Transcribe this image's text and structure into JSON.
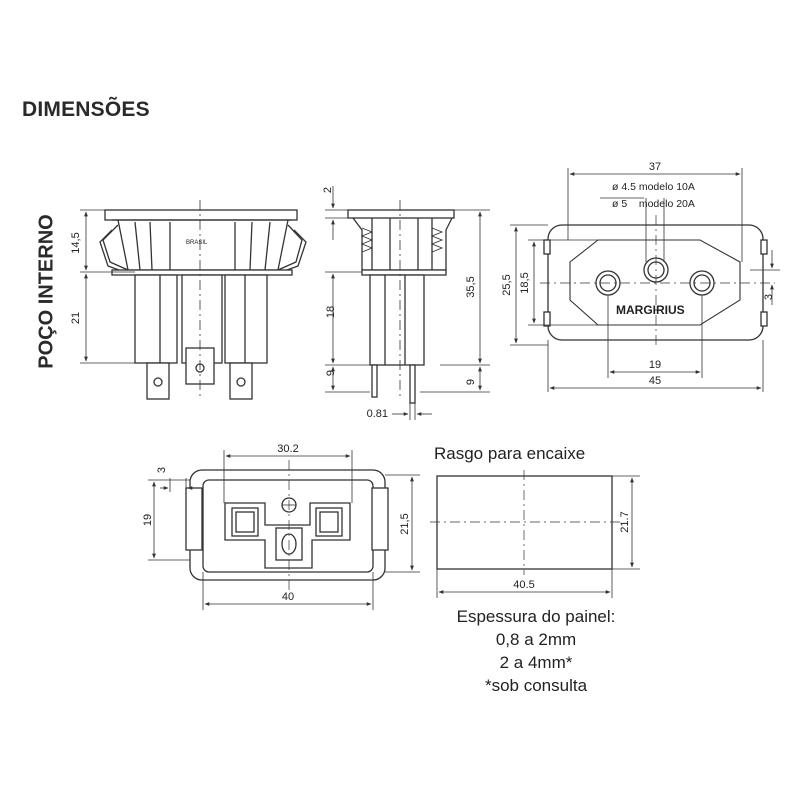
{
  "title": "DIMENSÕES",
  "side_title": "POÇO INTERNO",
  "front_view": {
    "brand_mark": "BRASIL",
    "dims": {
      "upper_height": "14,5",
      "lower_height": "21"
    }
  },
  "side_view": {
    "dims": {
      "top": "2",
      "body": "18",
      "terminal": "9",
      "total": "35,5",
      "terminal_right": "9",
      "blade": "0.81"
    }
  },
  "top_view": {
    "brand": "MARGIRIUS",
    "dims": {
      "width_top": "37",
      "height_outer": "25,5",
      "height_inner": "18,5",
      "pin_spacing": "19",
      "width_bottom": "45",
      "offset": "3"
    },
    "hole_notes": [
      "ø 4.5 modelo 10A",
      "ø 5    modelo 20A"
    ]
  },
  "rear_view": {
    "dims": {
      "width_top": "30.2",
      "notch": "3",
      "height_left": "19",
      "height_right": "21,5",
      "width_bottom": "40"
    }
  },
  "cutout": {
    "title": "Rasgo para encaixe",
    "dims": {
      "width": "40.5",
      "height": "21.7"
    }
  },
  "panel_note": {
    "line1": "Espessura do painel:",
    "line2": "0,8 a 2mm",
    "line3": "2 a 4mm*",
    "line4": "*sob consulta"
  }
}
